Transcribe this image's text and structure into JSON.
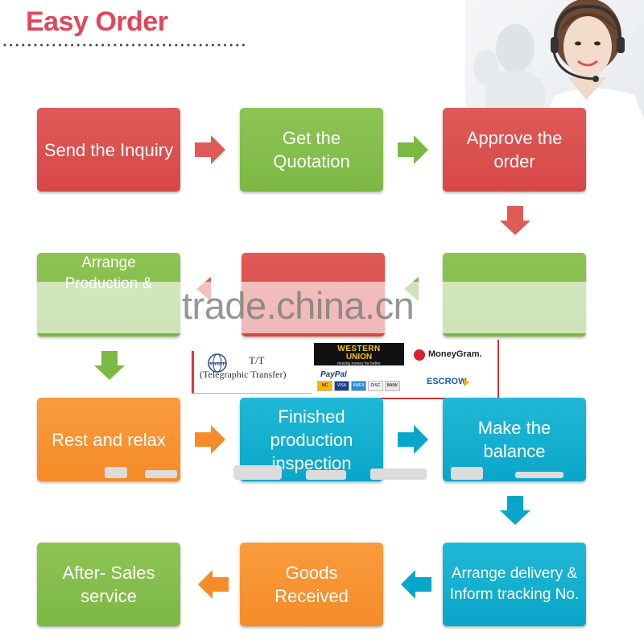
{
  "header": {
    "title": "Easy Order"
  },
  "colors": {
    "red": "#d64847",
    "green": "#7cb844",
    "orange": "#f58b29",
    "blue": "#0aa6c9",
    "title": "#e0475a"
  },
  "steps": [
    {
      "label": "Send the Inquiry",
      "color": "red"
    },
    {
      "label": "Get the Quotation",
      "color": "green"
    },
    {
      "label": "Approve the order",
      "color": "red"
    },
    {
      "label": "Arrange Production &",
      "color": "green"
    },
    {
      "label": "",
      "color": "red"
    },
    {
      "label": "",
      "color": "green"
    },
    {
      "label": "Rest and relax",
      "color": "orange"
    },
    {
      "label": "Finished production inspection",
      "color": "blue"
    },
    {
      "label": "Make the balance",
      "color": "blue"
    },
    {
      "label": "After- Sales service",
      "color": "green"
    },
    {
      "label": "Goods Received",
      "color": "orange"
    },
    {
      "label": "Arrange delivery & Inform tracking No.",
      "color": "blue"
    }
  ],
  "payment": {
    "tt_title": "T/T",
    "tt_subtitle": "(Telegraphic Transfer)",
    "swift_label": "SWIFT",
    "western_union_line1": "WESTERN",
    "western_union_line2": "UNION",
    "western_union_tagline": "moving money for better",
    "moneygram": "MoneyGram.",
    "paypal": "PayPal",
    "card_labels": [
      "MC",
      "VISA",
      "AMEX",
      "DISC",
      "BANK"
    ],
    "escrow": "ESCROW"
  },
  "watermark": "trade.china.cn"
}
